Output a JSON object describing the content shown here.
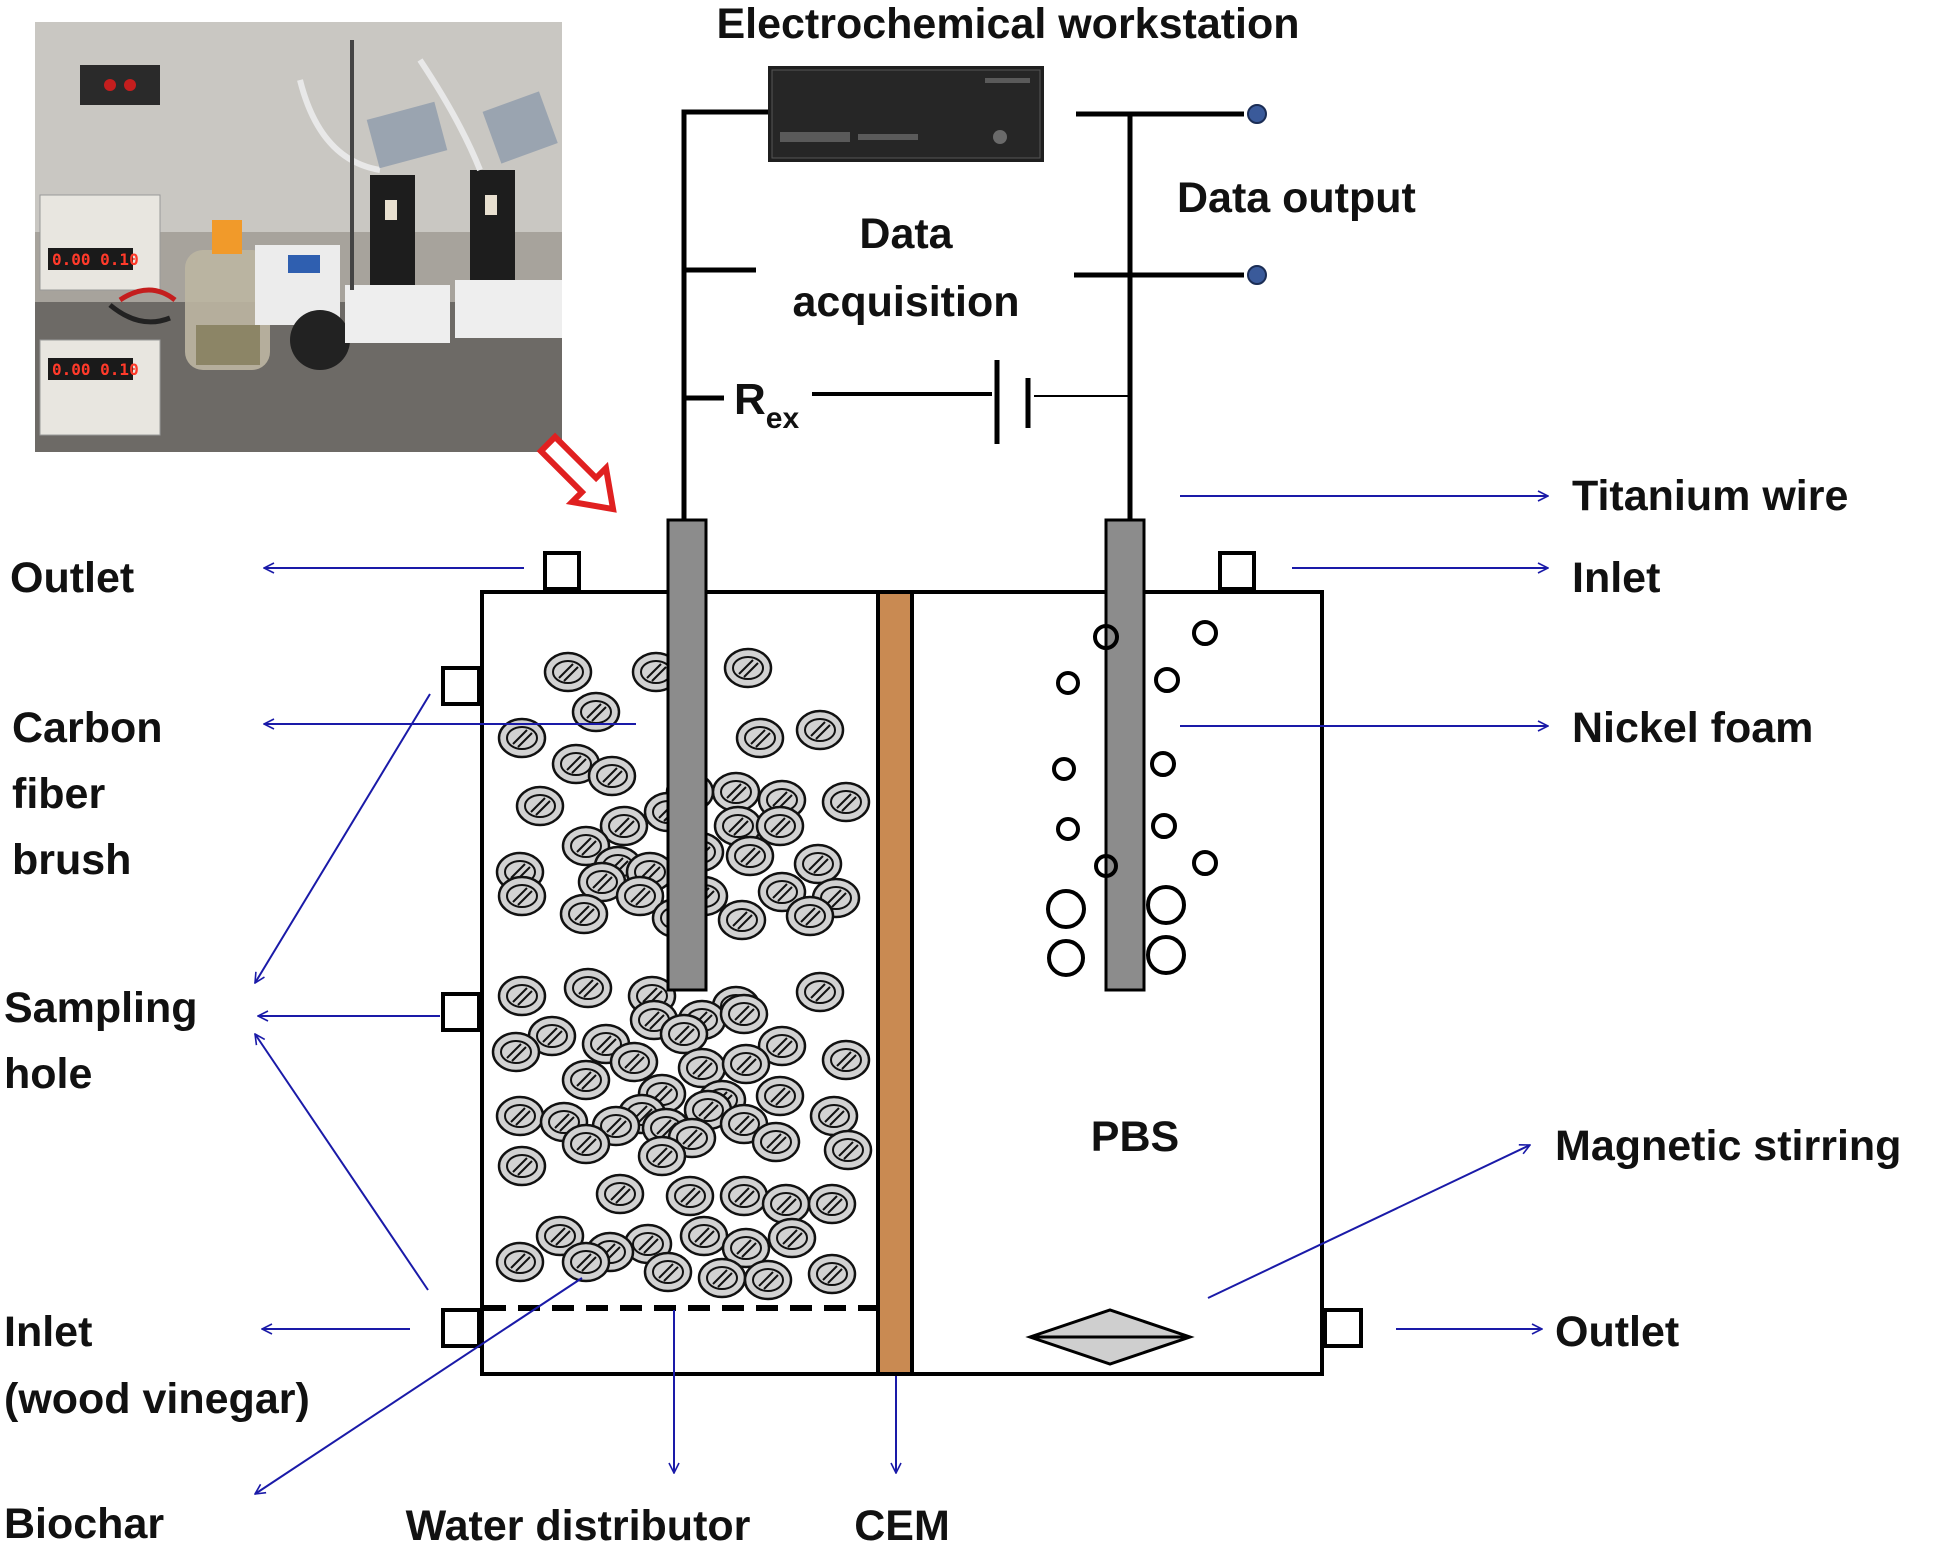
{
  "colors": {
    "wire": "#000000",
    "arrow": "#1a1aa8",
    "electrode": "#8c8c8c",
    "membrane": "#c98a52",
    "biochar_fill": "#d2d2d2",
    "red_arrow": "#e02020",
    "stirrer": "#cfcfcf"
  },
  "photo": {
    "description_icon": "lab-setup-photo",
    "display1": "0.00 0.10",
    "display2": "0.00 0.10"
  },
  "labels": {
    "electrochemical_workstation": "Electrochemical workstation",
    "data_output": "Data output",
    "data_acquisition_line1": "Data",
    "data_acquisition_line2": "acquisition",
    "rex_main": "R",
    "rex_sub": "ex",
    "titanium_wire": "Titanium wire",
    "outlet_top": "Outlet",
    "inlet_top": "Inlet",
    "carbon_fiber_brush": [
      "Carbon",
      "fiber",
      "brush"
    ],
    "nickel_foam": "Nickel foam",
    "sampling_hole": [
      "Sampling",
      "hole"
    ],
    "pbs": "PBS",
    "magnetic_stirring": "Magnetic stirring",
    "inlet_bottom": [
      "Inlet",
      "(wood vinegar)"
    ],
    "outlet_bottom": "Outlet",
    "biochar": "Biochar",
    "water_distributor": "Water distributor",
    "cem": "CEM"
  }
}
